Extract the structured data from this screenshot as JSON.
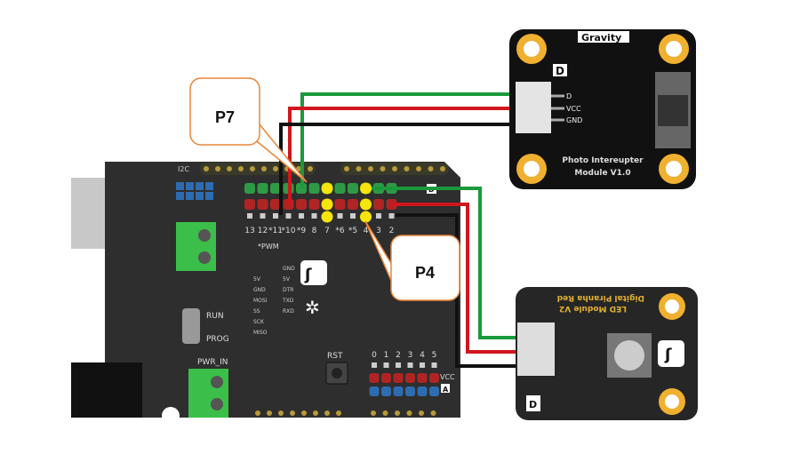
{
  "callouts": [
    {
      "label": "P7",
      "target_pin": "7"
    },
    {
      "label": "P4",
      "target_pin": "4"
    }
  ],
  "photo_interrupter": {
    "brand": "Gravity",
    "type_badge": "D",
    "pins": [
      "D",
      "VCC",
      "GND"
    ],
    "name_line1": "Photo Intereupter",
    "name_line2": "Module V1.0"
  },
  "led_module": {
    "name_line1": "Digital Piranha Red",
    "name_line2": "LED Module V2",
    "type_badge": "D"
  },
  "board": {
    "i2c_label": "I2C",
    "pwm_label": "*PWM",
    "digital_pins": [
      "13",
      "12",
      "*11",
      "*10",
      "*9",
      "8",
      "7",
      "*6",
      "*5",
      "4",
      "3",
      "2"
    ],
    "analog_pins": [
      "0",
      "1",
      "2",
      "3",
      "4",
      "5"
    ],
    "run_label": "RUN",
    "prog_label": "PROG",
    "pwr_in_label": "PWR_IN",
    "rst_label": "RST",
    "vcc_label": "VCC",
    "analog_badge": "A",
    "digital_badge": "D",
    "icsp_labels": [
      "GND",
      "5V",
      "DTR",
      "TXD",
      "RXD"
    ],
    "spi_labels": [
      "5V",
      "GND",
      "MOSI",
      "SS",
      "SCK",
      "MISO"
    ]
  },
  "colors": {
    "signal_wire": "#1a9a3a",
    "vcc_wire": "#d0161f",
    "gnd_wire": "#111111",
    "board": "#2e2e2e",
    "highlight": "#f5e50a",
    "callout_border": "#e8853a"
  }
}
